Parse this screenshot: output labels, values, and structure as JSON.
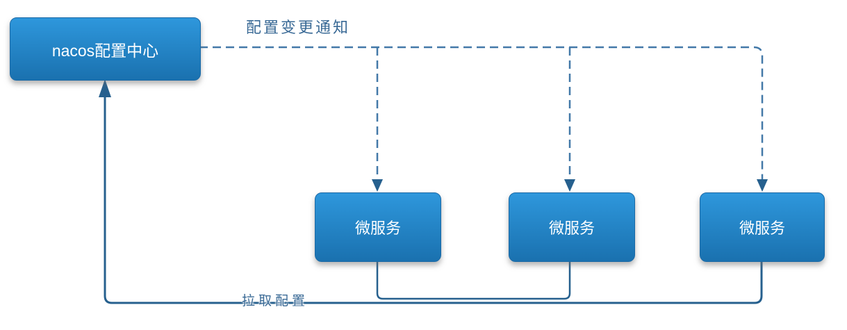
{
  "diagram": {
    "nodes": {
      "config_center": {
        "label": "nacos配置中心"
      },
      "services": [
        {
          "label": "微服务"
        },
        {
          "label": "微服务"
        },
        {
          "label": "微服务"
        }
      ]
    },
    "edges": {
      "push_label": "配置变更通知",
      "pull_label": "拉取配置"
    },
    "colors": {
      "node_gradient_top": "#2e97dc",
      "node_gradient_bottom": "#1a71af",
      "node_border": "#1a69a6",
      "node_text": "#ffffff",
      "dashed_line": "#4379a8",
      "solid_line": "#26608e",
      "label_text": "#3a6a96"
    }
  }
}
